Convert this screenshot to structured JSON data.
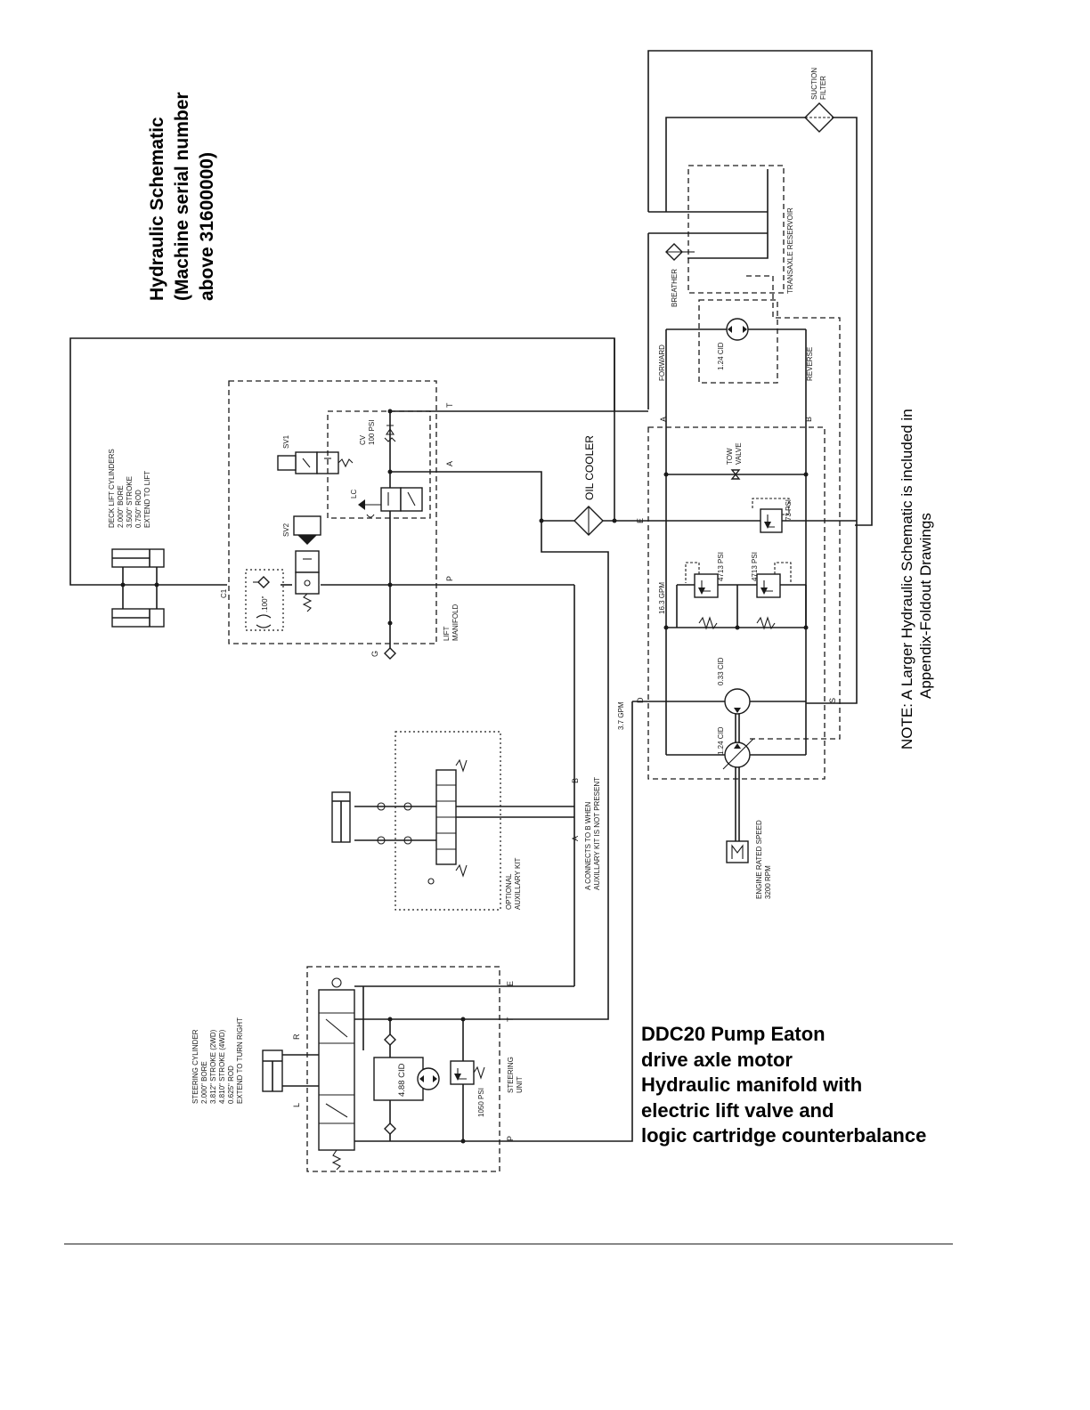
{
  "title": {
    "line1": "Hydraulic Schematic",
    "line2": "(Machine serial number",
    "line3": "above 31600000)"
  },
  "note": {
    "line1": "NOTE: A Larger Hydraulic Schematic is included in",
    "line2": "Appendix-Foldout Drawings"
  },
  "caption": {
    "line1": "DDC20 Pump Eaton",
    "line2": "drive axle motor",
    "line3": "Hydraulic manifold with",
    "line4": "electric lift valve and",
    "line5": "logic cartridge counterbalance"
  },
  "labels": {
    "suction_filter_1": "SUCTION",
    "suction_filter_2": "FILTER",
    "breather": "BREATHER",
    "transaxle_reservoir": "TRANSAXLE RESERVOIR",
    "motor_cid": "1.24 CID",
    "forward": "FORWARD",
    "reverse": "REVERSE",
    "tow_valve_1": "TOW",
    "tow_valve_2": "VALVE",
    "relief_73": "73 PSI",
    "relief_4713a": "4713 PSI",
    "relief_4713b": "4713 PSI",
    "flow_163": "16.3 GPM",
    "charge_cid": "0.33 CID",
    "pump_cid": "1.24 CID",
    "engine_1": "ENGINE RATED SPEED",
    "engine_2": "3200 RPM",
    "oil_cooler": "OIL COOLER",
    "flow_37": "3.7 GPM",
    "deck_1": "DECK LIFT CYLINDERS",
    "deck_2": "2.000\" BORE",
    "deck_3": "3.500\" STROKE",
    "deck_4": "0.750\" ROD",
    "deck_5": "EXTEND TO LIFT",
    "sv1": "SV1",
    "sv2": "SV2",
    "cv_1": "CV",
    "cv_2": "100 PSI",
    "lc": "LC",
    "c1": "C1",
    "orifice": ".100\"",
    "lift_manifold_1": "LIFT",
    "lift_manifold_2": "MANIFOLD",
    "aux_1": "OPTIONAL",
    "aux_2": "AUXILLARY KIT",
    "connects_1": "A CONNECTS TO B WHEN",
    "connects_2": "AUXILLARY KIT IS NOT PRESENT",
    "steer_cyl_1": "STEERING CYLINDER",
    "steer_cyl_2": "2.000\" BORE",
    "steer_cyl_3": "3.812\" STROKE (2WD)",
    "steer_cyl_4": "4.810\" STROKE (4WD)",
    "steer_cyl_5": "0.625\" ROD",
    "steer_cyl_6": "EXTEND TO TURN RIGHT",
    "steer_cid": "4.88 CID",
    "steer_relief": "1050 PSI",
    "steering_unit_1": "STEERING",
    "steering_unit_2": "UNIT"
  },
  "ports": {
    "t": "T",
    "a": "A",
    "p": "P",
    "g": "G",
    "e": "E",
    "b": "B",
    "d": "D",
    "s": "S",
    "r": "R",
    "l": "L",
    "aux_a": "A",
    "aux_b": "B"
  }
}
